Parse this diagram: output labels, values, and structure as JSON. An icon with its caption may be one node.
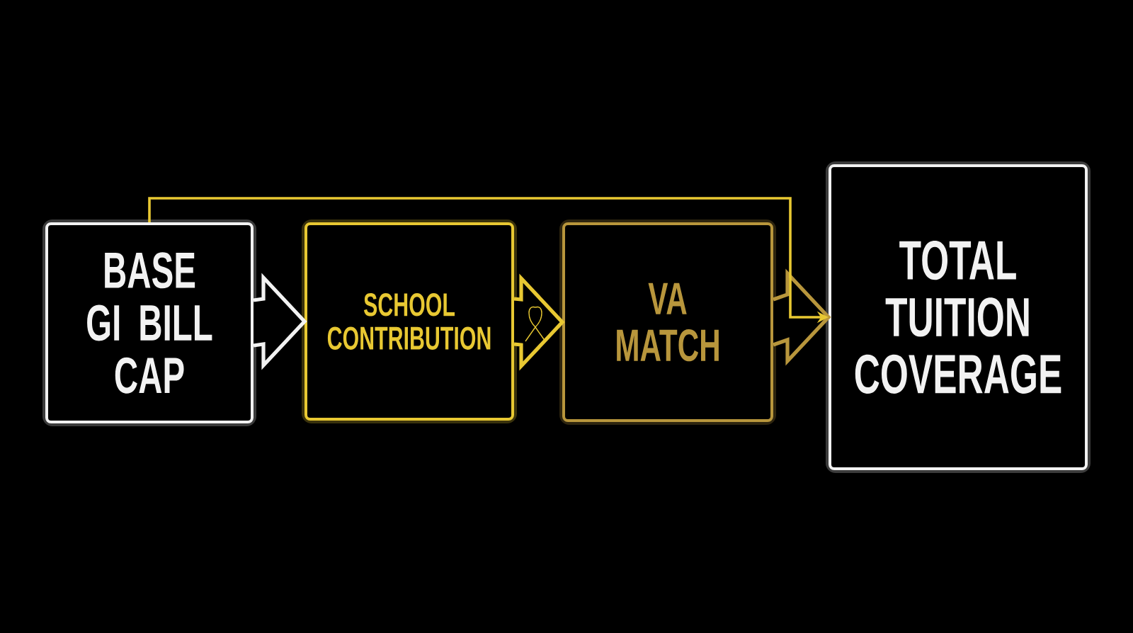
{
  "diagram": {
    "nodes": [
      {
        "text": [
          "BASE GI BILL CAP"
        ]
      },
      {
        "text": [
          "SCHOOL CONTRIBUTION"
        ]
      },
      {
        "text": [
          "VA MATCH"
        ]
      },
      {
        "text": [
          "TOTAL TUITION COVERAGE"
        ]
      }
    ],
    "edges": [
      {
        "from": 0,
        "to": 1,
        "arrow": "to",
        "style": "thick",
        "color": "#f2f2f2"
      },
      {
        "from": 1,
        "to": 2,
        "arrow": "to",
        "style": "thick",
        "color": "#e8c832"
      },
      {
        "from": 2,
        "to": 3,
        "arrow": "to",
        "style": "thick",
        "color": "#b8963c"
      },
      {
        "from": 0,
        "to": 3,
        "arrow": "to",
        "color": "#e8c832"
      }
    ]
  }
}
